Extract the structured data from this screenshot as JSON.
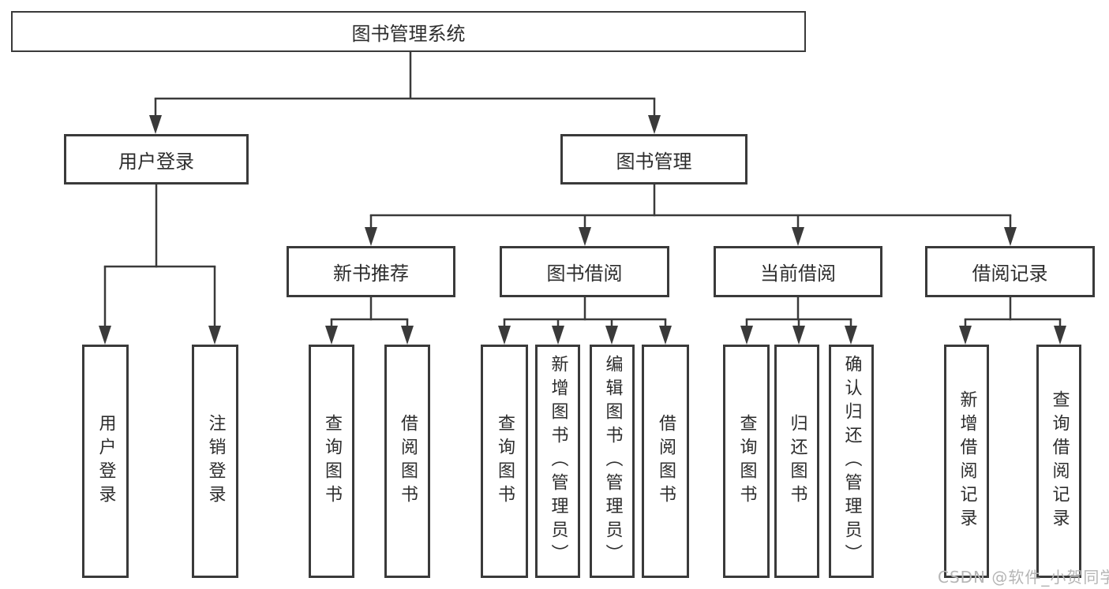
{
  "tree": {
    "root": {
      "label": "图书管理系统"
    },
    "branches": [
      {
        "label": "用户登录",
        "children": [
          {
            "label": "用户登录"
          },
          {
            "label": "注销登录"
          }
        ]
      },
      {
        "label": "图书管理",
        "children": [
          {
            "label": "新书推荐",
            "children": [
              {
                "label": "查询图书"
              },
              {
                "label": "借阅图书"
              }
            ]
          },
          {
            "label": "图书借阅",
            "children": [
              {
                "label": "查询图书"
              },
              {
                "label": "新增图书（管理员）"
              },
              {
                "label": "编辑图书（管理员）"
              },
              {
                "label": "借阅图书"
              }
            ]
          },
          {
            "label": "当前借阅",
            "children": [
              {
                "label": "查询图书"
              },
              {
                "label": "归还图书"
              },
              {
                "label": "确认归还（管理员）"
              }
            ]
          },
          {
            "label": "借阅记录",
            "children": [
              {
                "label": "新增借阅记录"
              },
              {
                "label": "查询借阅记录"
              }
            ]
          }
        ]
      }
    ]
  },
  "watermark": {
    "text": "CSDN @软件_小贺同学"
  },
  "colors": {
    "line": "#3a3a3a",
    "text": "#2d2d2d",
    "box_background": "#ffffff",
    "watermark": "#b5b5b5",
    "background": "#ffffff"
  }
}
